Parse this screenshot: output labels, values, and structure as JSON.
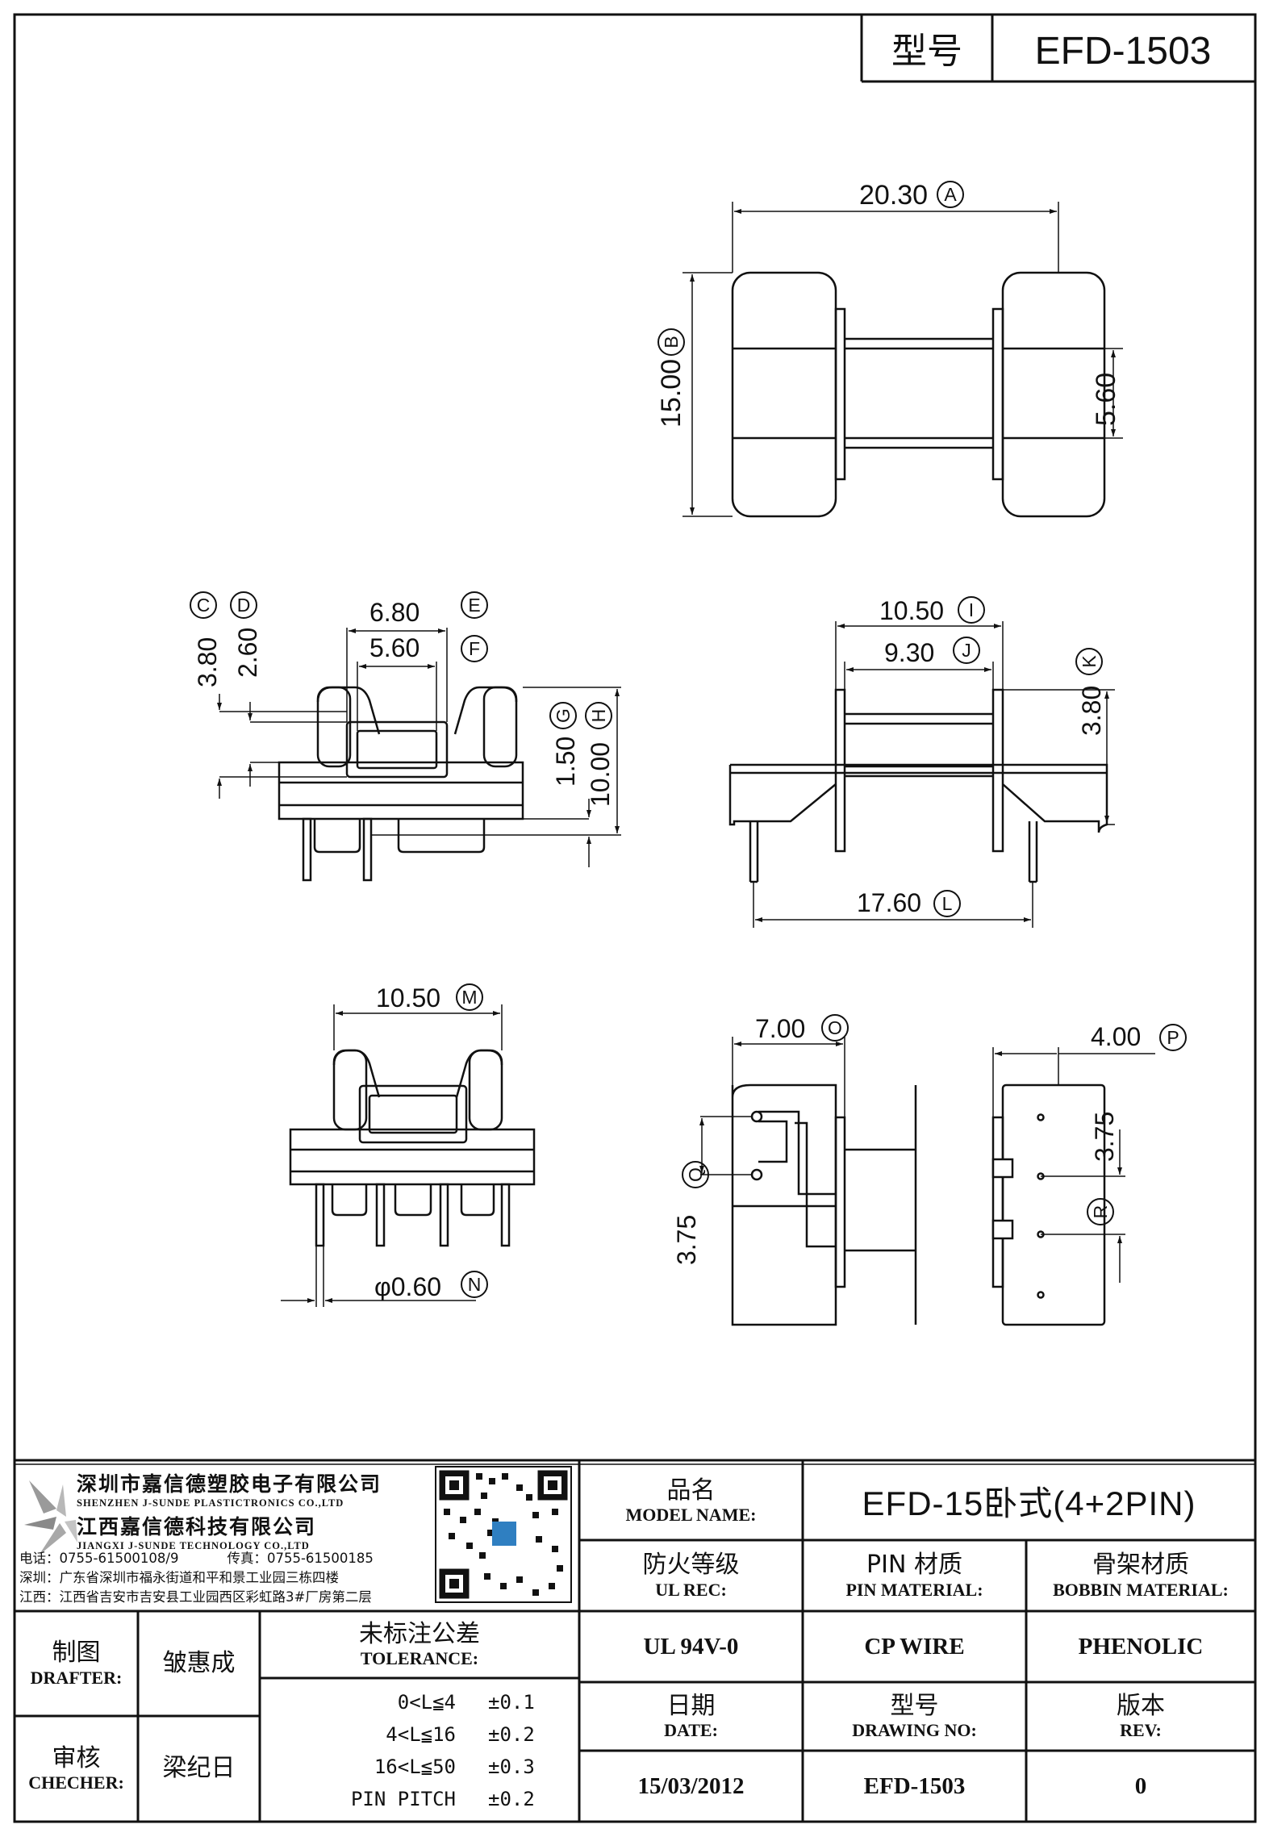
{
  "header": {
    "model_label": "型号",
    "model_value": "EFD-1503"
  },
  "dimensions": {
    "A": "20.30",
    "B": "15.00",
    "B2": "5.60",
    "C": "3.80",
    "D": "2.60",
    "E": "6.80",
    "F": "5.60",
    "G": "1.50",
    "H": "10.00",
    "I": "10.50",
    "J": "9.30",
    "K": "3.80",
    "L": "17.60",
    "M": "10.50",
    "N": "φ0.60",
    "O": "7.00",
    "P": "4.00",
    "Q": "3.75",
    "R": "3.75"
  },
  "company": {
    "name_1": "深圳市嘉信德塑胶电子有限公司",
    "name_1_en": "SHENZHEN J-SUNDE PLASTICTRONICS CO.,LTD",
    "name_2": "江西嘉信德科技有限公司",
    "name_2_en": "JIANGXI J-SUNDE TECHNOLOGY CO.,LTD",
    "phone": "电话：0755-61500108/9",
    "fax": "传真：0755-61500185",
    "addr_sz": "深圳：广东省深圳市福永街道和平和景工业园三栋四楼",
    "addr_jx": "江西：江西省吉安市吉安县工业园西区彩虹路3#厂房第二层"
  },
  "title_block": {
    "product_name_label_zh": "品名",
    "product_name_label_en": "MODEL NAME:",
    "product_name": "EFD-15卧式(4+2PIN)",
    "ul_label_zh": "防火等级",
    "ul_label_en": "UL REC:",
    "ul_value": "UL 94V-0",
    "pin_label_zh": "PIN 材质",
    "pin_label_en": "PIN MATERIAL:",
    "pin_value": "CP WIRE",
    "bobbin_label_zh": "骨架材质",
    "bobbin_label_en": "BOBBIN MATERIAL:",
    "bobbin_value": "PHENOLIC",
    "drafter_label_zh": "制图",
    "drafter_label_en": "DRAFTER:",
    "drafter": "皱惠成",
    "checker_label_zh": "审核",
    "checker_label_en": "CHECHER:",
    "checker": "梁纪日",
    "tolerance_label_zh": "未标注公差",
    "tolerance_label_en": "TOLERANCE:",
    "tolerances": [
      {
        "range": "0<L≦4",
        "value": "±0.1"
      },
      {
        "range": "4<L≦16",
        "value": "±0.2"
      },
      {
        "range": "16<L≦50",
        "value": "±0.3"
      },
      {
        "range": "PIN PITCH",
        "value": "±0.2"
      }
    ],
    "date_label_zh": "日期",
    "date_label_en": "DATE:",
    "date": "15/03/2012",
    "drawing_label_zh": "型号",
    "drawing_label_en": "DRAWING NO:",
    "drawing_no": "EFD-1503",
    "rev_label_zh": "版本",
    "rev_label_en": "REV:",
    "rev": "0"
  }
}
